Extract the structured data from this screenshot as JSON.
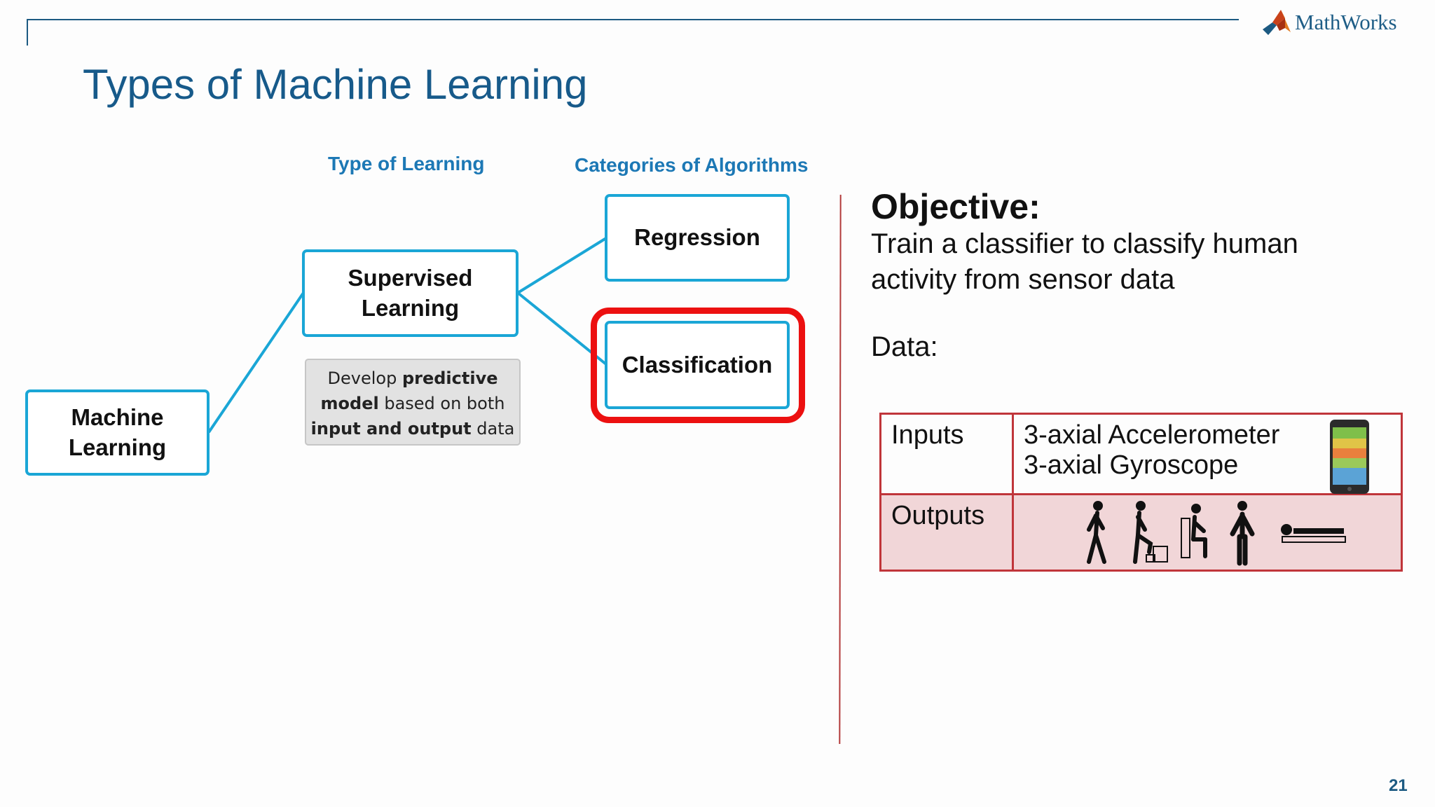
{
  "slide": {
    "logo_text": "MathWorks",
    "title": "Types of Machine Learning",
    "page_number": "21"
  },
  "diagram": {
    "col_type_label": "Type of Learning",
    "col_algo_label": "Categories of Algorithms",
    "machine_learning": [
      "Machine",
      "Learning"
    ],
    "supervised_learning": [
      "Supervised",
      "Learning"
    ],
    "regression": "Regression",
    "classification": "Classification",
    "note": {
      "l1_a": "Develop ",
      "l1_b": "predictive",
      "l2_a": "model",
      "l2_b": " based on both",
      "l3_a": "input and output",
      "l3_b": " data"
    },
    "highlight_color": "#ec1010",
    "box_color": "#1aa6d6"
  },
  "objective": {
    "heading": "Objective:",
    "text": "Train a classifier to classify human activity from sensor data",
    "data_label": "Data:"
  },
  "data_table": {
    "inputs_label": "Inputs",
    "inputs_values": [
      "3-axial Accelerometer",
      "3-axial Gyroscope"
    ],
    "outputs_label": "Outputs",
    "output_icons": [
      "walking-icon",
      "walking-upstairs-icon",
      "sitting-icon",
      "standing-icon",
      "laying-icon"
    ]
  }
}
